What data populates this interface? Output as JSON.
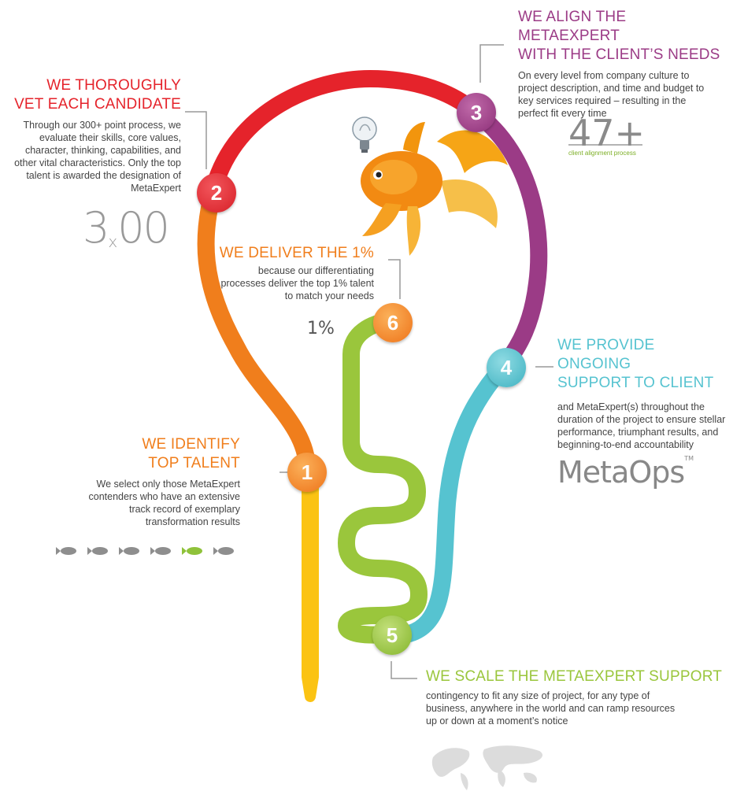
{
  "colors": {
    "red": "#e5232b",
    "purple": "#9b3b86",
    "orange": "#f07e1c",
    "yellow": "#fbc313",
    "green": "#9ac63c",
    "teal": "#56c3d0"
  },
  "steps": [
    {
      "number": "1",
      "title_line1": "WE IDENTIFY",
      "title_line2": "TOP TALENT",
      "description": "We select only those MetaExpert contenders who have an extensive track record of exemplary transformation results"
    },
    {
      "number": "2",
      "title_line1": "WE THOROUGHLY",
      "title_line2": "VET EACH CANDIDATE",
      "description": "Through our 300+ point process, we evaluate their skills, core values, character, thinking, capabilities, and other vital characteristics. Only the top talent is awarded the designation of MetaExpert"
    },
    {
      "number": "3",
      "title_line1": "WE ALIGN THE METAEXPERT",
      "title_line2": "WITH THE CLIENT’S NEEDS",
      "description": "On every level from company culture to project description, and time and budget to key services required – resulting in the perfect fit every time"
    },
    {
      "number": "4",
      "title_line1": "WE PROVIDE ONGOING",
      "title_line2": "SUPPORT TO CLIENT",
      "description": "and MetaExpert(s) throughout the duration of the project to ensure stellar performance, triumphant results, and beginning-to-end accountability"
    },
    {
      "number": "5",
      "title_line1": "WE SCALE THE METAEXPERT SUPPORT",
      "title_line2": "",
      "description": "contingency to fit any size of project, for any type of business, anywhere in the world and can ramp resources up or down at a moment’s notice"
    },
    {
      "number": "6",
      "title_line1": "WE DELIVER THE 1%",
      "title_line2": "",
      "description": "because our differentiating processes deliver the top 1% talent to match your needs"
    }
  ],
  "badges": {
    "b300_main": "3",
    "b300_x": "x",
    "b300_rest": "00",
    "b47": "47+",
    "b47_caption": "client alignment process",
    "pct": "1%",
    "metaops": "MetaOps",
    "metaops_tm": "TM"
  },
  "icons": {
    "fish_row": [
      "fish-icon",
      "fish-icon",
      "fish-icon",
      "fish-icon",
      "fish-icon-highlighted",
      "fish-icon"
    ],
    "goldfish": "goldfish-illustration",
    "lightbulb": "lightbulb-icon",
    "world_map": "world-map-icon"
  }
}
